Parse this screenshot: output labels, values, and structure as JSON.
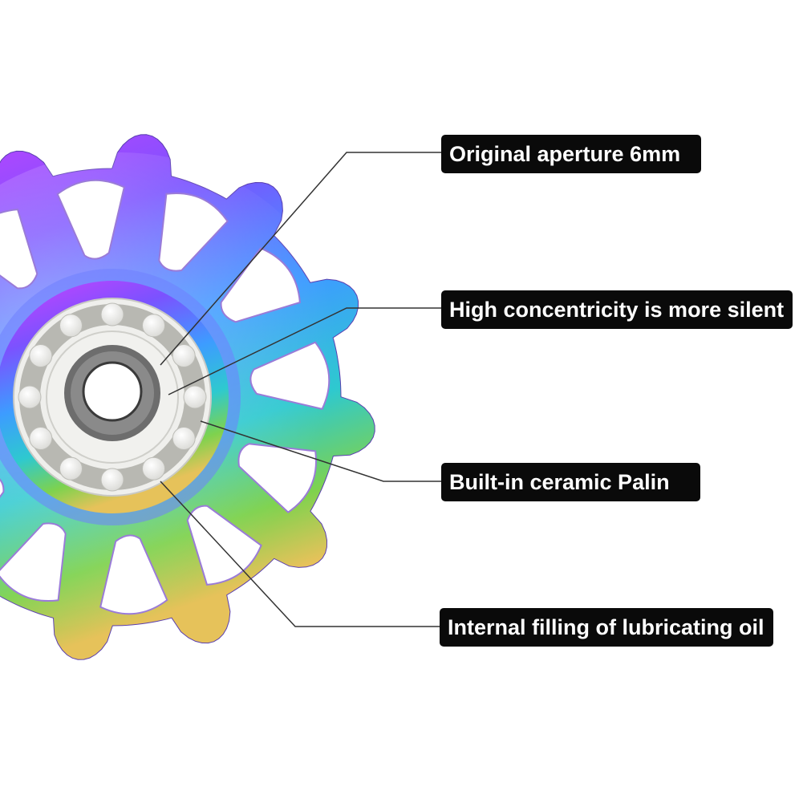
{
  "callouts": [
    {
      "id": "aperture",
      "text": "Original aperture 6mm"
    },
    {
      "id": "concentricity",
      "text": "High concentricity is more silent"
    },
    {
      "id": "ceramic",
      "text": "Built-in ceramic Palin"
    },
    {
      "id": "lubricating",
      "text": "Internal filling of lubricating oil"
    }
  ],
  "colors": {
    "background": "#ffffff",
    "label_background": "#0a0a0a",
    "label_text": "#ffffff",
    "leader_line": "#333333",
    "anodized_gradient": [
      "#c83cff",
      "#7a4dff",
      "#3f9bff",
      "#2fd0c8",
      "#8fd84a",
      "#f0c850"
    ],
    "bearing_balls": "#f4f4f2",
    "bearing_race": "#e9e9e6",
    "inner_steel": "#6d6d6d"
  },
  "product": "jockey-wheel-pulley"
}
